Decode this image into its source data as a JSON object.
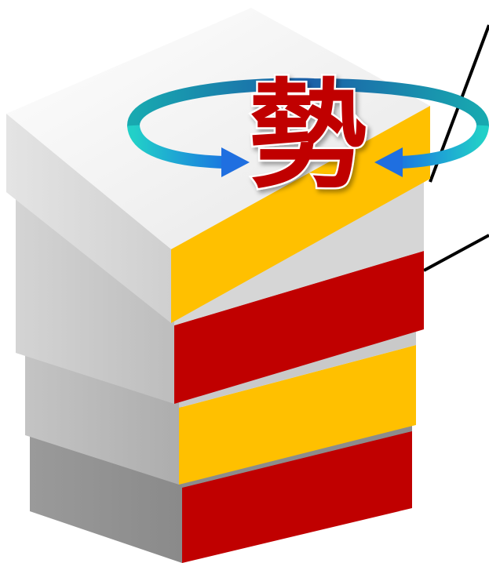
{
  "diagram": {
    "center_char": "勢",
    "layer_colors": {
      "top_face": "#f2f2f2",
      "side_face": "#c8c8c8",
      "yellow": "#ffc000",
      "red": "#c00000",
      "text_red": "#c00000",
      "arrow_teal": "#1fc8c8",
      "arrow_blue": "#1f6fe0"
    },
    "layers": [
      {
        "name": "slab-1",
        "band": "yellow"
      },
      {
        "name": "slab-2",
        "band": "red"
      },
      {
        "name": "slab-3",
        "band": "yellow"
      },
      {
        "name": "slab-4",
        "band": "red"
      }
    ]
  }
}
